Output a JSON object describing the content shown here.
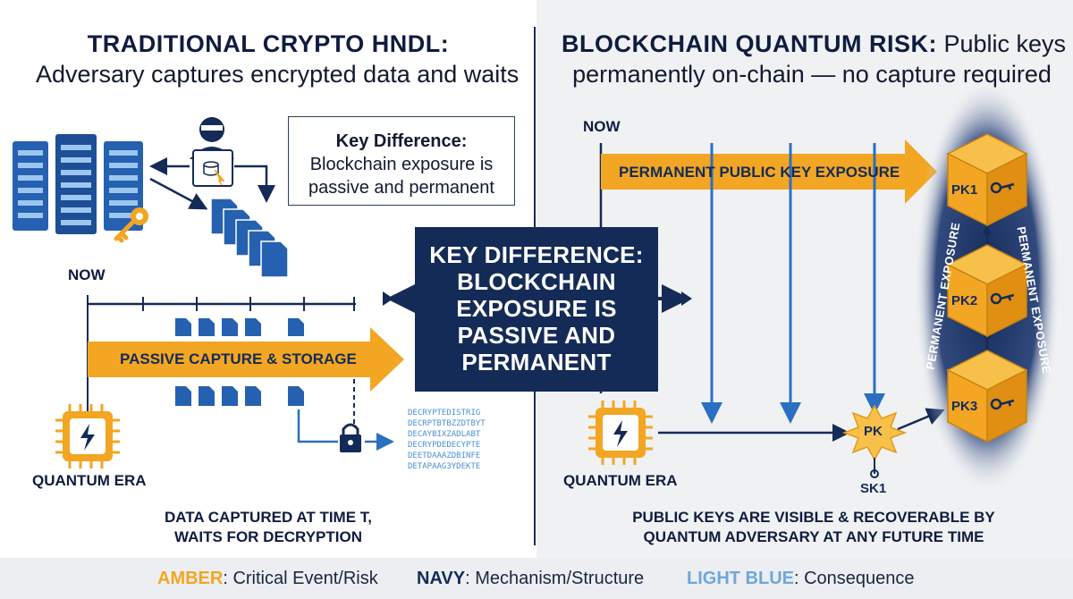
{
  "left_panel": {
    "title_bold": "TRADITIONAL CRYPTO HNDL:",
    "title_rest": "Adversary captures encrypted data and waits",
    "now_label": "NOW",
    "arrow_label": "PASSIVE CAPTURE & STORAGE",
    "era_label": "QUANTUM ERA",
    "cipher_lines": [
      "DECRYPTEDISTRIG",
      "DECRPTBTBZZDTBYT",
      "DECAYBIXZADLABT",
      "DECRYPDEDECYPTE",
      "DEETDAAAZDBINFE",
      "DETAPAAG3YDEKTE"
    ],
    "caption_line1": "DATA CAPTURED AT TIME T,",
    "caption_line2": "WAITS FOR DECRYPTION"
  },
  "key_difference_small": {
    "title": "Key Difference:",
    "line1": "Blockchain exposure is",
    "line2": "passive and permanent"
  },
  "key_difference_big": {
    "line1": "KEY DIFFERENCE:",
    "line2": "BLOCKCHAIN",
    "line3": "EXPOSURE IS",
    "line4": "PASSIVE AND",
    "line5": "PERMANENT"
  },
  "right_panel": {
    "title_bold": "BLOCKCHAIN QUANTUM RISK:",
    "title_rest_1": "Public keys",
    "title_rest_2": "permanently on-chain — no capture required",
    "now_label": "NOW",
    "arrow_label": "PERMANENT PUBLIC KEY EXPOSURE",
    "era_label": "QUANTUM ERA",
    "burst_label": "PK",
    "sk_label": "SK1",
    "blocks": [
      "PK1",
      "PK2",
      "PK3"
    ],
    "vertical_label_left": "PERMANENT EXPOSURE",
    "vertical_label_right": "PERMANENT EXPOSURE",
    "caption_line1": "PUBLIC KEYS ARE VISIBLE & RECOVERABLE BY",
    "caption_line2": "QUANTUM ADVERSARY AT ANY FUTURE TIME"
  },
  "legend": {
    "amber_key": "AMBER",
    "amber_desc": ": Critical Event/Risk",
    "navy_key": "NAVY",
    "navy_desc": ": Mechanism/Structure",
    "blue_key": "LIGHT BLUE",
    "blue_desc": ": Consequence"
  },
  "colors": {
    "amber": "#f2a623",
    "navy": "#142b57",
    "light_blue": "#6fa6dc",
    "right_bg": "#f0f1f3"
  }
}
